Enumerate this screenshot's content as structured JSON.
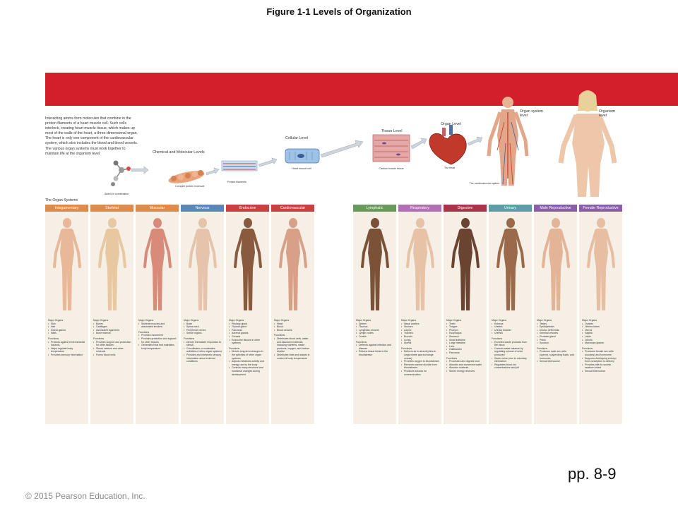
{
  "title": "Figure 1-1 Levels of Organization",
  "intro_text": "Interacting atoms form molecules that combine in the protein filaments of a heart muscle cell. Such cells interlock, creating heart muscle tissue, which makes up most of the walls of the heart, a three-dimensional organ. The heart is only one component of the cardiovascular system, which also includes the blood and blood vessels. The various organ systems must work together to maintain life at the organism level.",
  "levels": {
    "chemical": "Chemical and Molecular Levels",
    "cellular": "Cellular Level",
    "tissue": "Tissue Level",
    "organ": "Organ Level",
    "organ_system": "Organ system level",
    "organism": "Organism level"
  },
  "captions": {
    "atoms": "Atoms in combination",
    "complex": "Complex protein molecule",
    "filaments": "Protein filaments",
    "cell": "Heart muscle cell",
    "tissue": "Cardiac muscle tissue",
    "heart": "The heart",
    "cardio": "The cardiovascular system"
  },
  "organ_systems_title": "The Organ Systems",
  "colors": {
    "band": "#d31f2c",
    "panel_bg": "#f5efe6",
    "header_orange": "#e08a4a",
    "header_blue": "#5b87b8",
    "header_red": "#c94040",
    "header_green": "#6a9a5b",
    "header_purple": "#b36fb3",
    "header_maroon": "#a6354a",
    "header_teal": "#5a9fa8",
    "header_violet": "#8a5ea8"
  },
  "systems": [
    {
      "name": "Integumentary",
      "organs": [
        "Skin",
        "Hair",
        "Sweat glands",
        "Nails"
      ],
      "functions": [
        "Protects against environmental hazards",
        "Helps regulate body temperature",
        "Provides sensory information"
      ]
    },
    {
      "name": "Skeletal",
      "organs": [
        "Bones",
        "Cartilages",
        "Associated ligaments",
        "Bone marrow"
      ],
      "functions": [
        "Provides support and protection for other tissues",
        "Stores calcium and other minerals",
        "Forms blood cells"
      ]
    },
    {
      "name": "Muscular",
      "organs": [
        "Skeletal muscles and associated tendons"
      ],
      "functions": [
        "Provides movement",
        "Provides protection and support for other tissues",
        "Generates heat that maintains body temperature"
      ]
    },
    {
      "name": "Nervous",
      "organs": [
        "Brain",
        "Spinal cord",
        "Peripheral nerves",
        "Sense organs"
      ],
      "functions": [
        "Directs immediate responses to stimuli",
        "Coordinates or moderates activities of other organ systems",
        "Provides and interprets sensory information about external conditions"
      ]
    },
    {
      "name": "Endocrine",
      "organs": [
        "Pituitary gland",
        "Thyroid gland",
        "Pancreas",
        "Adrenal glands",
        "Gonads",
        "Endocrine tissues in other systems"
      ],
      "functions": [
        "Directs long-term changes in the activities of other organ systems",
        "Adjusts metabolic activity and energy use by the body",
        "Controls many structural and functional changes during development"
      ]
    },
    {
      "name": "Cardiovascular",
      "organs": [
        "Heart",
        "Blood",
        "Blood vessels"
      ],
      "functions": [
        "Distributes blood cells, water and dissolved materials including nutrients, waste products, oxygen, and carbon dioxide",
        "Distributes heat and assists in control of body temperature"
      ]
    },
    {
      "name": "Lymphatic",
      "organs": [
        "Spleen",
        "Thymus",
        "Lymphatic vessels",
        "Lymph nodes",
        "Tonsils"
      ],
      "functions": [
        "Defends against infection and disease",
        "Returns tissue fluids to the bloodstream"
      ]
    },
    {
      "name": "Respiratory",
      "organs": [
        "Nasal cavities",
        "Sinuses",
        "Larynx",
        "Trachea",
        "Bronchi",
        "Lungs",
        "Alveoli"
      ],
      "functions": [
        "Delivers air to alveoli (sites in lungs where gas exchange occurs)",
        "Provides oxygen to bloodstream",
        "Removes carbon dioxide from bloodstream",
        "Produces sounds for communication"
      ]
    },
    {
      "name": "Digestive",
      "organs": [
        "Teeth",
        "Tongue",
        "Pharynx",
        "Esophagus",
        "Stomach",
        "Small intestine",
        "Large intestine",
        "Liver",
        "Gallbladder",
        "Pancreas"
      ],
      "functions": [
        "Processes and digests food",
        "Absorbs and conserves water",
        "Absorbs nutrients",
        "Stores energy reserves"
      ]
    },
    {
      "name": "Urinary",
      "organs": [
        "Kidneys",
        "Ureters",
        "Urinary bladder",
        "Urethra"
      ],
      "functions": [
        "Excretes waste products from the blood",
        "Controls water balance by regulating volume of urine produced",
        "Stores urine prior to voluntary elimination",
        "Regulates blood ion concentrations and pH"
      ]
    },
    {
      "name": "Male Reproductive",
      "organs": [
        "Testes",
        "Epididymides",
        "Ductus deferentia",
        "Seminal vesicles",
        "Prostate gland",
        "Penis",
        "Scrotum"
      ],
      "functions": [
        "Produces male sex cells (sperm), suspending fluids, and hormones",
        "Sexual intercourse"
      ]
    },
    {
      "name": "Female Reproductive",
      "organs": [
        "Ovaries",
        "Uterine tubes",
        "Uterus",
        "Vagina",
        "Labia",
        "Clitoris",
        "Mammary glands"
      ],
      "functions": [
        "Produces female sex cells (oocytes) and hormones",
        "Supports developing embryo from conception to delivery",
        "Provides milk to nourish newborn infant",
        "Sexual intercourse"
      ]
    }
  ],
  "labels": {
    "major_organs": "Major Organs",
    "functions": "Functions"
  },
  "page_ref": "pp. 8-9",
  "copyright": "© 2015 Pearson Education, Inc."
}
